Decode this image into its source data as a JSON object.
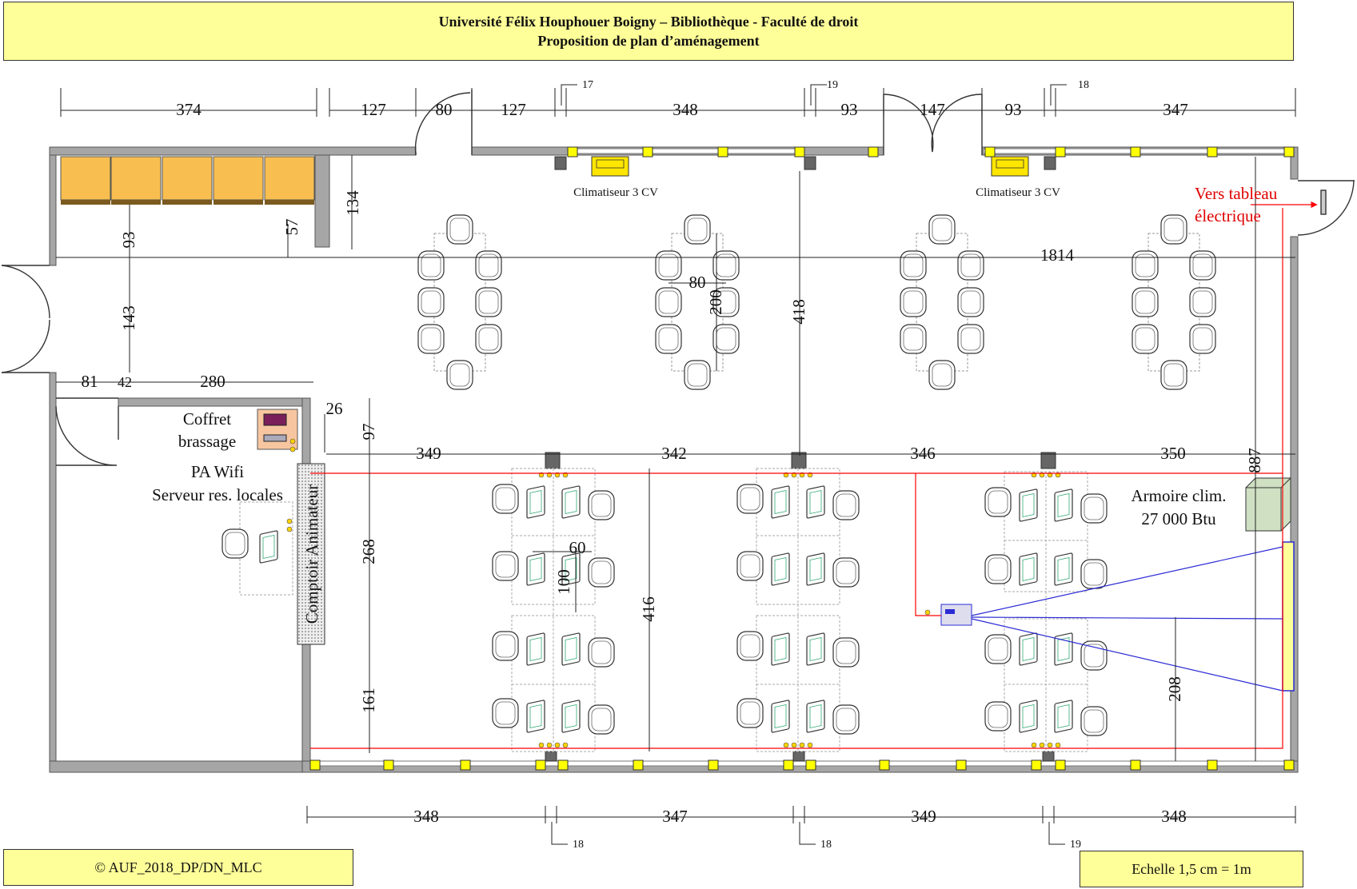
{
  "header": {
    "line1": "Université Félix Houphouer Boigny – Bibliothèque - Faculté de droit",
    "line2": "Proposition de plan d’aménagement"
  },
  "footer": {
    "copyright": "© AUF_2018_DP/DN_MLC",
    "scale": "Echelle 1,5 cm = 1m"
  },
  "labels": {
    "clim_left": "Climatiseur 3 CV",
    "clim_right": "Climatiseur 3 CV",
    "tableau_1": "Vers tableau",
    "tableau_2": "électrique",
    "coffret_1": "Coffret",
    "coffret_2": "brassage",
    "pa_wifi": "PA Wifi",
    "serveur": "Serveur res. locales",
    "comptoir": "Comptoir Animateur",
    "armoire_1": "Armoire clim.",
    "armoire_2": "27 000 Btu"
  },
  "dimensions": {
    "top": [
      "374",
      "127",
      "80",
      "127",
      "348",
      "93",
      "147",
      "93",
      "347"
    ],
    "top_small": [
      "17",
      "19",
      "18"
    ],
    "bottom": [
      "348",
      "347",
      "349",
      "348"
    ],
    "bottom_small": [
      "18",
      "18",
      "19"
    ],
    "rows": [
      "349",
      "342",
      "346",
      "350"
    ],
    "left_134": "134",
    "left_57": "57",
    "left_93": "93",
    "left_143": "143",
    "left_81": "81",
    "left_42": "42",
    "left_280": "280",
    "v_26": "26",
    "v_97": "97",
    "v_268": "268",
    "v_161": "161",
    "total_width": "1814",
    "v_418": "418",
    "v_200": "200",
    "h_80": "80",
    "v_416": "416",
    "h_60": "60",
    "v_100": "100",
    "v_208": "208",
    "v_887": "887"
  },
  "colors": {
    "wall": "#a6a6a6",
    "shelf": "#f8be4f",
    "window_post": "#ffff00",
    "electric": "#ff0000",
    "projection": "#2b2bd4",
    "box_fill": "#ffff99",
    "armoire": "#cfe0c3"
  }
}
